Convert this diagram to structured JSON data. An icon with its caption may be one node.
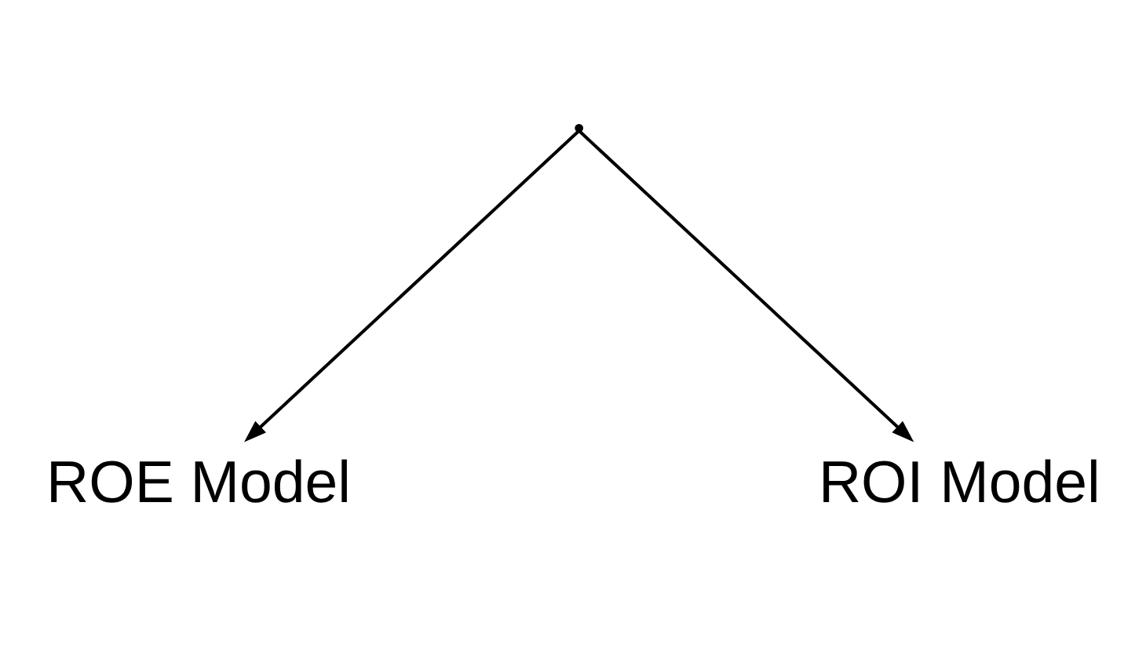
{
  "diagram": {
    "nodes": [
      {
        "text": [],
        "shape": "point"
      },
      {
        "text": [
          "ROE Model"
        ]
      },
      {
        "text": [
          "ROI Model"
        ]
      }
    ],
    "edges": [
      {
        "from": 0,
        "to": 1,
        "arrow": "to"
      },
      {
        "from": 0,
        "to": 2,
        "arrow": "to"
      }
    ]
  }
}
